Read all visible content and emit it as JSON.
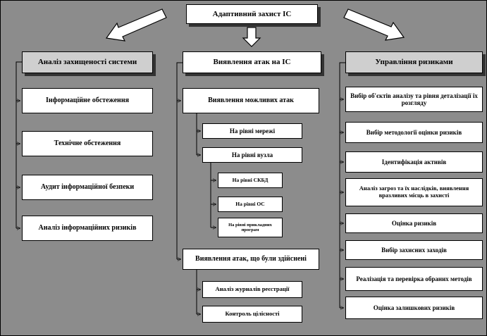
{
  "diagram": {
    "root": "Адаптивний захист ІС",
    "left": {
      "header": "Аналіз захищеності системи",
      "items": [
        "Інформаційне обстеження",
        "Технічне обстеження",
        "Аудит інформаційної безпеки",
        "Аналіз інформаційних ризиків"
      ]
    },
    "middle": {
      "header": "Виявлення атак на ІС",
      "possible_attacks": "Виявлення можливих атак",
      "network_level": "На рівні мережі",
      "node_level": "На рівні вузла",
      "dbms_level": "На рівні СКБД",
      "os_level": "На рівні ОС",
      "app_level": "На рівні прикладних програм",
      "committed_attacks": "Виявлення атак, що були здійснені",
      "log_analysis": "Аналіз журналів реєстрації",
      "integrity_control": "Контроль цілісності"
    },
    "right": {
      "header": "Управління ризиками",
      "items": [
        "Вибір об'єктів аналізу та рівня деталізації їх розгляду",
        "Вибір методології оцінки ризиків",
        "Ідентифікація активів",
        "Аналіз загроз та їх наслідків, виявлення вразливих місць в захисті",
        "Оцінка ризиків",
        "Вибір захисних заходів",
        "Реалізація та перевірка обраних методів",
        "Оцінка залишкових ризиків"
      ]
    },
    "colors": {
      "background": "#8c8c8c",
      "box_fill": "#ffffff",
      "header_fill": "#cfcfcf",
      "box_border": "#000000",
      "shadow": "#333333"
    }
  }
}
